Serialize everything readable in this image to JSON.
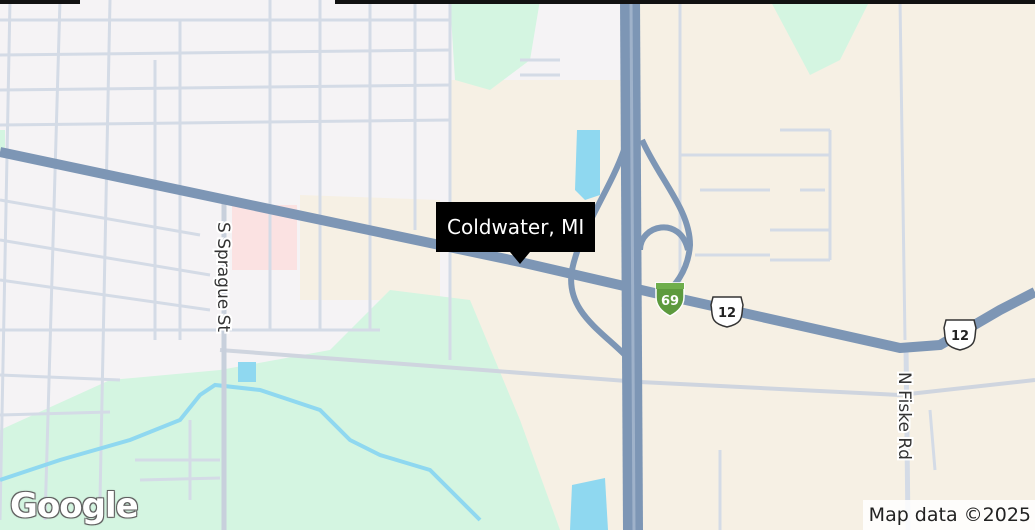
{
  "place": {
    "label": "Coldwater, MI"
  },
  "streets": {
    "sprague": "S Sprague St",
    "fiske": "N Fiske Rd"
  },
  "shields": {
    "interstate": "69",
    "us_route": "12"
  },
  "brand": {
    "logo": "Google"
  },
  "attribution": "Map data ©2025",
  "colors": {
    "land": "#f5f3f5",
    "park": "#d4f5e1",
    "water": "#8fd8f0",
    "highway": "#7d96b5",
    "local_road": "#d4dbe6",
    "commercial": "#f6f0e4",
    "hospital": "#fbe2e2"
  }
}
